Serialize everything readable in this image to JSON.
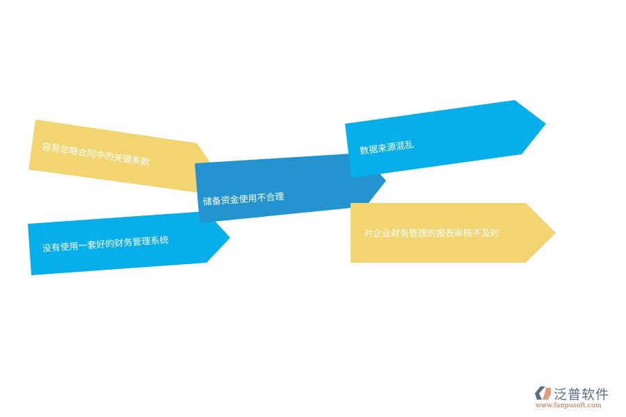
{
  "diagram": {
    "arrows": [
      {
        "id": "arrow-1",
        "label": "容易忽略合同中的关键条款",
        "color": "#f2d571"
      },
      {
        "id": "arrow-2",
        "label": "没有使用一套好的财务管理系统",
        "color": "#06aeea"
      },
      {
        "id": "arrow-3",
        "label": "储备资金使用不合理",
        "color": "#2394cf"
      },
      {
        "id": "arrow-4",
        "label": "数据来源混乱",
        "color": "#06aeea"
      },
      {
        "id": "arrow-5",
        "label": "对企业财务管理的报表审核不及时",
        "color": "#f2d571"
      }
    ]
  },
  "logo": {
    "name": "泛普软件",
    "url": "www.fanpusoft.com",
    "colors": {
      "mark_gray": "#5b6e86",
      "mark_orange": "#e39a78",
      "url": "#c0674c"
    }
  }
}
